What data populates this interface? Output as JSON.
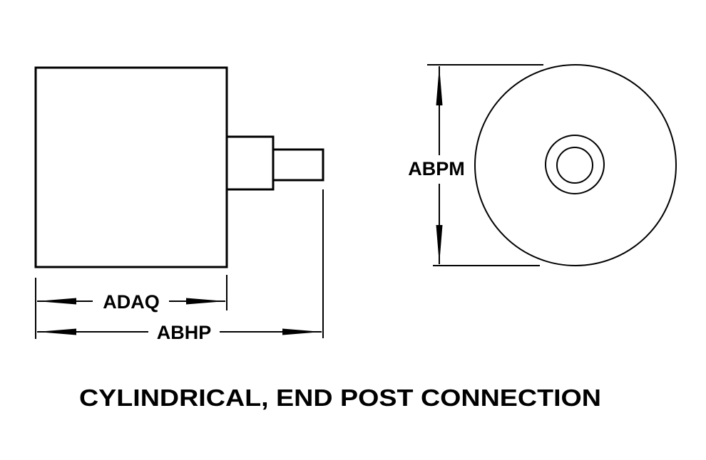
{
  "diagram": {
    "title": "CYLINDRICAL, END POST CONNECTION",
    "line_color": "#000000",
    "background_color": "#ffffff",
    "side_view": {
      "dimensions": {
        "body_length": "ADAQ",
        "overall_length": "ABHP"
      }
    },
    "end_view": {
      "dimensions": {
        "diameter": "ABPM"
      }
    }
  }
}
